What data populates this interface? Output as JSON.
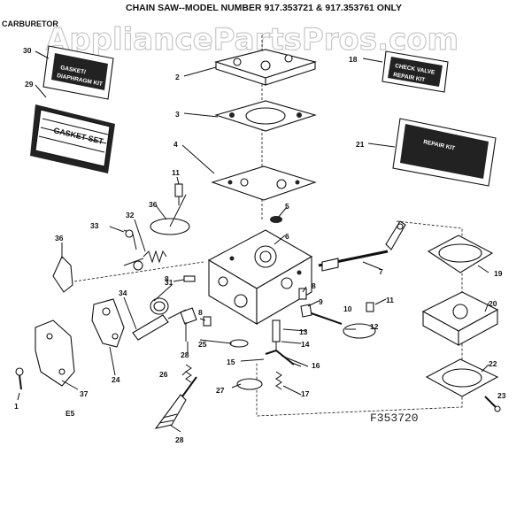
{
  "header": {
    "title": "CHAIN SAW--MODEL NUMBER 917.353721 & 917.353761 ONLY",
    "section": "CARBURETOR",
    "watermark": "AppliancePartsPros.com"
  },
  "kits": {
    "gasket_diaphragm_kit_line1": "GASKET/",
    "gasket_diaphragm_kit_line2": "DIAPHRAGM KIT",
    "gasket_set": "GASKET SET",
    "check_valve_line1": "CHECK VALVE",
    "check_valve_line2": "REPAIR KIT",
    "repair_kit": "REPAIR KIT"
  },
  "callouts": [
    {
      "id": "c1",
      "label": "1"
    },
    {
      "id": "c2",
      "label": "2"
    },
    {
      "id": "c3",
      "label": "3"
    },
    {
      "id": "c4",
      "label": "4"
    },
    {
      "id": "c5",
      "label": "5"
    },
    {
      "id": "c6",
      "label": "6"
    },
    {
      "id": "c7",
      "label": "7"
    },
    {
      "id": "c8a",
      "label": "8"
    },
    {
      "id": "c8b",
      "label": "8"
    },
    {
      "id": "c8c",
      "label": "8"
    },
    {
      "id": "c9",
      "label": "9"
    },
    {
      "id": "c10",
      "label": "10"
    },
    {
      "id": "c11a",
      "label": "11"
    },
    {
      "id": "c11b",
      "label": "11"
    },
    {
      "id": "c12",
      "label": "12"
    },
    {
      "id": "c13",
      "label": "13"
    },
    {
      "id": "c14",
      "label": "14"
    },
    {
      "id": "c15",
      "label": "15"
    },
    {
      "id": "c16",
      "label": "16"
    },
    {
      "id": "c17",
      "label": "17"
    },
    {
      "id": "c18",
      "label": "18"
    },
    {
      "id": "c19",
      "label": "19"
    },
    {
      "id": "c20",
      "label": "20"
    },
    {
      "id": "c21",
      "label": "21"
    },
    {
      "id": "c22",
      "label": "22"
    },
    {
      "id": "c23",
      "label": "23"
    },
    {
      "id": "c24",
      "label": "24"
    },
    {
      "id": "c25",
      "label": "25"
    },
    {
      "id": "c26",
      "label": "26"
    },
    {
      "id": "c27",
      "label": "27"
    },
    {
      "id": "c28a",
      "label": "28"
    },
    {
      "id": "c28b",
      "label": "28"
    },
    {
      "id": "c29",
      "label": "29"
    },
    {
      "id": "c30",
      "label": "30"
    },
    {
      "id": "c31",
      "label": "31"
    },
    {
      "id": "c32",
      "label": "32"
    },
    {
      "id": "c33",
      "label": "33"
    },
    {
      "id": "c34",
      "label": "34"
    },
    {
      "id": "c36a",
      "label": "36"
    },
    {
      "id": "c36b",
      "label": "36"
    },
    {
      "id": "c37",
      "label": "37"
    }
  ],
  "footer": {
    "code_left": "E5",
    "figure_code": "F353720"
  }
}
